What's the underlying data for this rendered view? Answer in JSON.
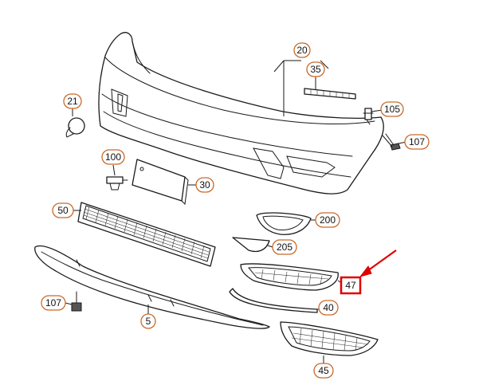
{
  "colors": {
    "callout_border": "#c96a2a",
    "highlight": "#e00000",
    "line_art": "#1a1a1a"
  },
  "callouts": [
    {
      "id": "c20",
      "label": "20"
    },
    {
      "id": "c35",
      "label": "35"
    },
    {
      "id": "c21",
      "label": "21"
    },
    {
      "id": "c105",
      "label": "105"
    },
    {
      "id": "c107a",
      "label": "107"
    },
    {
      "id": "c100",
      "label": "100"
    },
    {
      "id": "c30",
      "label": "30"
    },
    {
      "id": "c50",
      "label": "50"
    },
    {
      "id": "c200",
      "label": "200"
    },
    {
      "id": "c205",
      "label": "205"
    },
    {
      "id": "c107b",
      "label": "107"
    },
    {
      "id": "c5",
      "label": "5"
    },
    {
      "id": "c40",
      "label": "40"
    },
    {
      "id": "c45",
      "label": "45"
    }
  ],
  "highlighted": {
    "label": "47"
  }
}
